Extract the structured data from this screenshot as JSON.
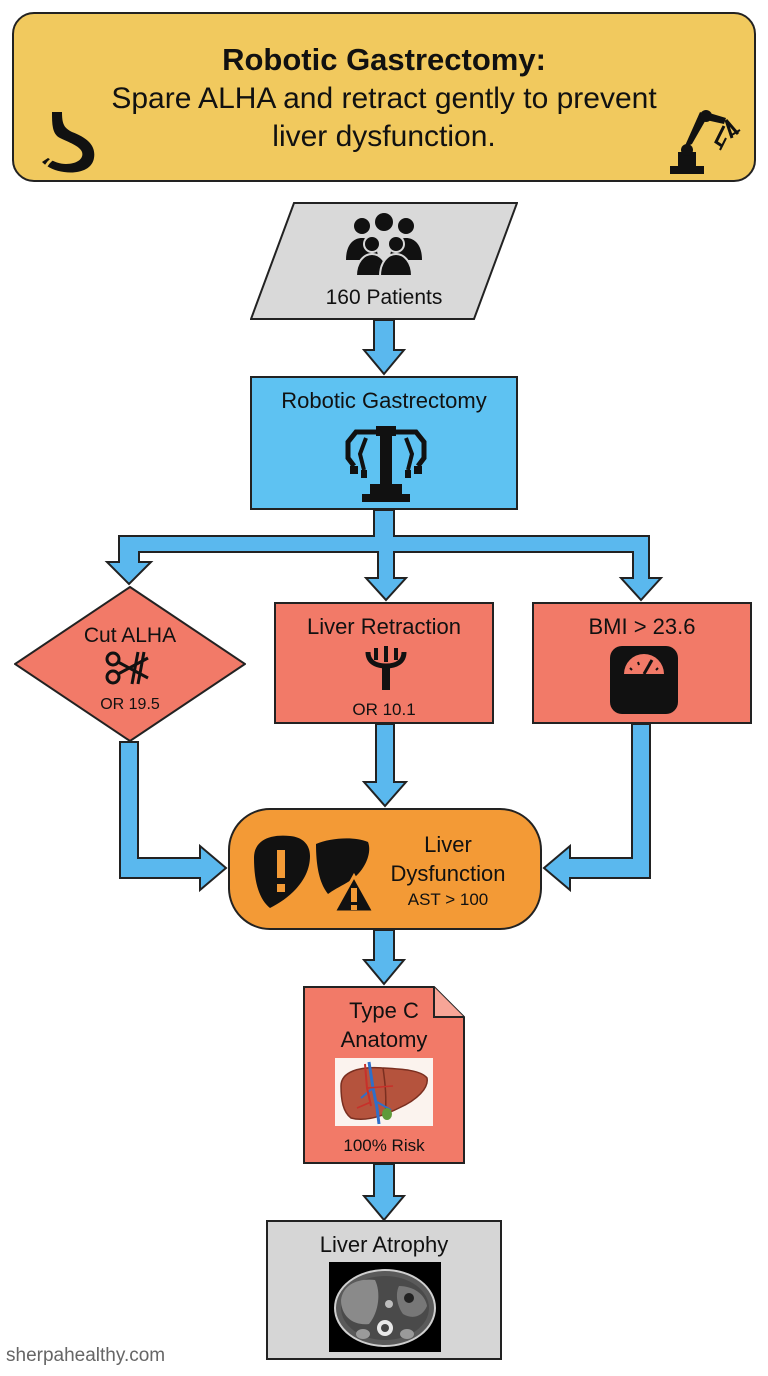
{
  "banner": {
    "title": "Robotic Gastrectomy:",
    "subtitle_line1": "Spare ALHA and retract gently to prevent",
    "subtitle_line2": "liver dysfunction."
  },
  "nodes": {
    "patients": {
      "label": "160 Patients"
    },
    "robotic": {
      "label": "Robotic Gastrectomy"
    },
    "cut_alha": {
      "label": "Cut ALHA",
      "stat": "OR 19.5"
    },
    "retraction": {
      "label": "Liver Retraction",
      "stat": "OR 10.1"
    },
    "bmi": {
      "label": "BMI > 23.6"
    },
    "dysfunction": {
      "label_line1": "Liver",
      "label_line2": "Dysfunction",
      "stat": "AST > 100"
    },
    "type_c": {
      "label_line1": "Type C",
      "label_line2": "Anatomy",
      "stat": "100% Risk"
    },
    "atrophy": {
      "label": "Liver Atrophy"
    }
  },
  "footer": {
    "watermark": "sherpahealthy.com"
  },
  "colors": {
    "banner": "#f1c95e",
    "patients": "#d9d9d9",
    "robotic": "#5ec2f2",
    "risk": "#f27a68",
    "outcome": "#f39a36",
    "atrophy": "#d6d6d6",
    "arrow": "#5ab8ee"
  },
  "icons": [
    "stomach-icon",
    "robot-arm-icon",
    "patients-group-icon",
    "surgical-robot-icon",
    "scissors-icon",
    "liver-retractor-icon",
    "scale-icon",
    "liver-warning-icon",
    "liver-anatomy-image",
    "ct-scan-image"
  ]
}
